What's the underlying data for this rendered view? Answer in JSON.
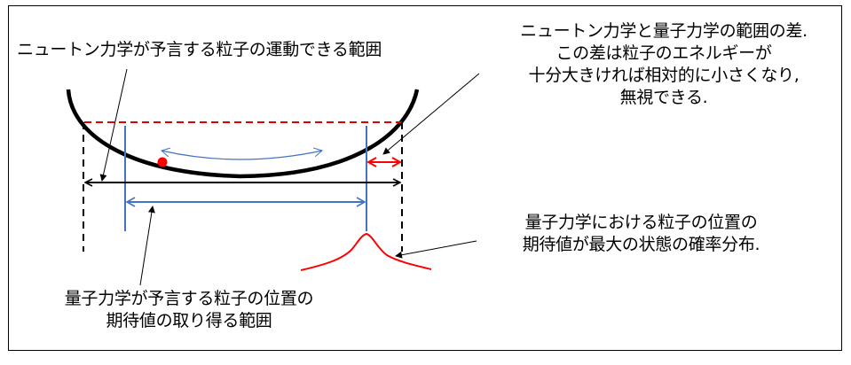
{
  "labels": {
    "newton_range": "ニュートン力学が予言する粒子の運動できる範囲",
    "difference": {
      "line1": "ニュートン力学と量子力学の範囲の差.",
      "line2": "この差は粒子のエネルギーが",
      "line3": "十分大きければ相対的に小さくなり,",
      "line4": "無視できる."
    },
    "quantum_distribution": {
      "line1": "量子力学における粒子の位置の",
      "line2": "期待値が最大の状態の確率分布."
    },
    "quantum_range": {
      "line1": "量子力学が予言する粒子の位置の",
      "line2": "期待値の取り得る範囲"
    }
  },
  "colors": {
    "well_curve": "#000000",
    "energy_level": "#e00000",
    "classical_range": "#000000",
    "quantum_range": "#4472c4",
    "particle": "#ff0000",
    "difference_arrow": "#ff0000",
    "probability_curve": "#ff0000",
    "oscillation_arrow": "#4472c4"
  },
  "elements": {
    "potential_well": "U-shaped potential curve",
    "particle": "red dot on curve",
    "energy_level_line": "red dashed horizontal line",
    "classical_range_arrow": "black double-headed arrow",
    "quantum_range_arrow": "blue double-headed arrow",
    "difference_arrow": "red double-headed arrow",
    "probability_distribution": "red peaked curve"
  }
}
